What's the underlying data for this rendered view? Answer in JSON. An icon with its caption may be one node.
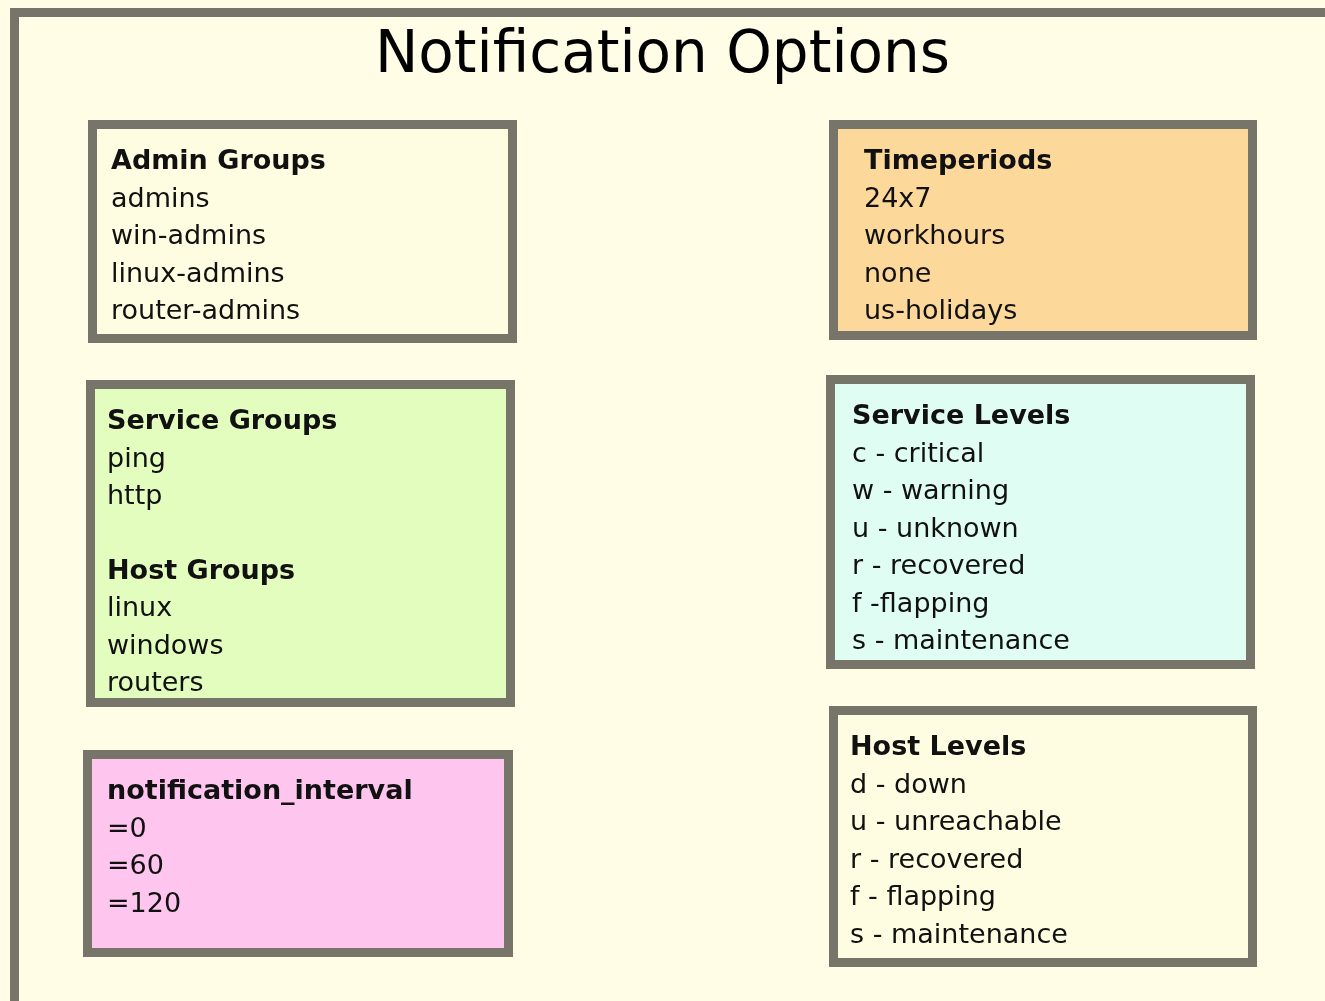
{
  "diagram": {
    "title": "Notification Options",
    "nodes": [
      {
        "text": [
          "Admin Groups",
          "admins",
          "win-admins",
          "linux-admins",
          "router-admins"
        ]
      },
      {
        "text": [
          "Timeperiods",
          "24x7",
          "workhours",
          "none",
          "us-holidays"
        ]
      },
      {
        "text": [
          "Service Groups",
          "ping",
          "http",
          "Host Groups",
          "linux",
          "windows",
          "routers"
        ]
      },
      {
        "text": [
          "Service Levels",
          "c - critical",
          "w - warning",
          "u - unknown",
          "r - recovered",
          "f -flapping",
          "s - maintenance"
        ]
      },
      {
        "text": [
          "notification_interval",
          "=0",
          "=60",
          "=120"
        ]
      },
      {
        "text": [
          "Host Levels",
          "d - down",
          "u - unreachable",
          "r - recovered",
          "f - flapping",
          "s - maintenance"
        ]
      }
    ]
  }
}
